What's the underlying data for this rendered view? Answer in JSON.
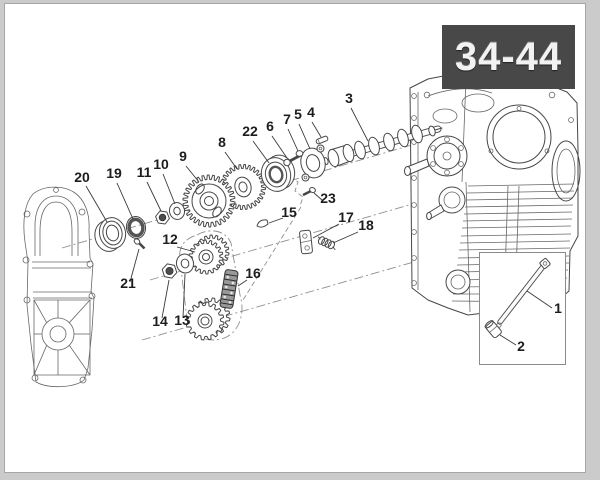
{
  "page": {
    "code": "34-44"
  },
  "colors": {
    "outer_bg": "#cbcbcb",
    "frame_line": "#a6a6a6",
    "accent_box": "#484848",
    "box_text": "#f2f2f2",
    "line_art": "#474747",
    "cover_line": "#676767",
    "centerline": "#8f8f8f",
    "chain_fill": "#999999"
  },
  "diagram": {
    "callouts": {
      "c1": "1",
      "c2": "2",
      "c3": "3",
      "c4": "4",
      "c5": "5",
      "c6": "6",
      "c7": "7",
      "c8": "8",
      "c9": "9",
      "c10": "10",
      "c11": "11",
      "c12": "12",
      "c13": "13",
      "c14": "14",
      "c15": "15",
      "c16": "16",
      "c17": "17",
      "c18": "18",
      "c19": "19",
      "c20": "20",
      "c21": "21",
      "c22": "22",
      "c23": "23"
    }
  }
}
